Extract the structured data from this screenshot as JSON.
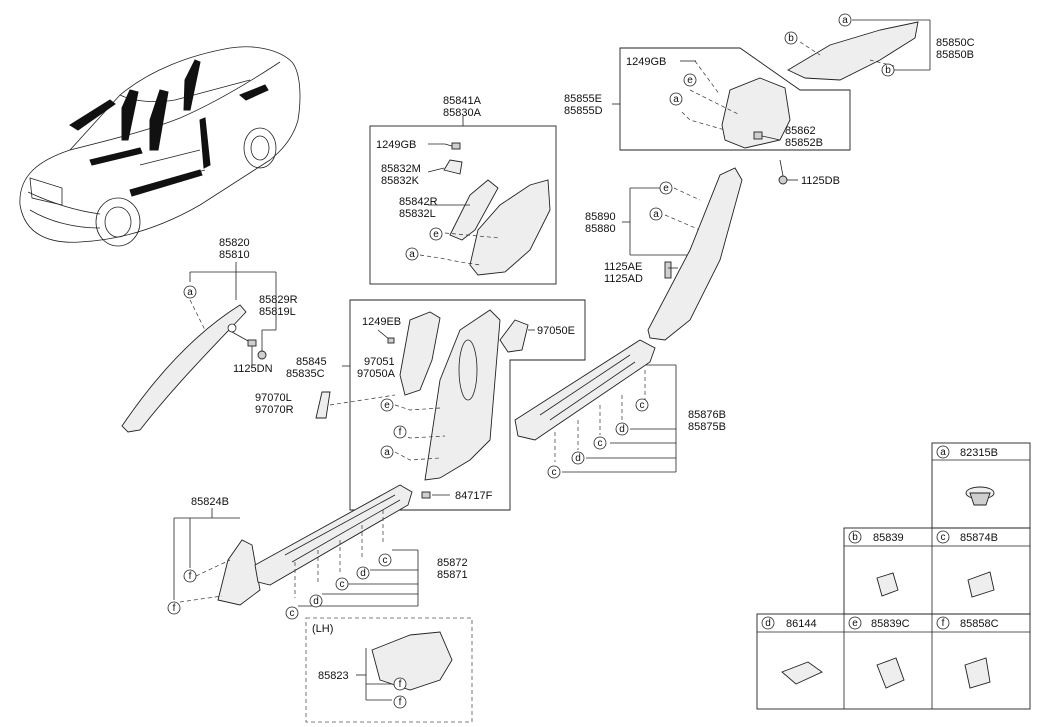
{
  "labels": {
    "p85820": "85820",
    "p85810": "85810",
    "p85829R": "85829R",
    "p85819L": "85819L",
    "p1125DN": "1125DN",
    "p85841A": "85841A",
    "p85830A": "85830A",
    "p1249GB_a": "1249GB",
    "p85832M": "85832M",
    "p85832K": "85832K",
    "p85842R": "85842R",
    "p85832L": "85832L",
    "p1249GB_b": "1249GB",
    "p85855E": "85855E",
    "p85855D": "85855D",
    "p85850C": "85850C",
    "p85850B": "85850B",
    "p85862": "85862",
    "p85852B": "85852B",
    "p1125DB": "1125DB",
    "p85890": "85890",
    "p85880": "85880",
    "p1125AE": "1125AE",
    "p1125AD": "1125AD",
    "p1249EB": "1249EB",
    "p97050E": "97050E",
    "p85845": "85845",
    "p85835C": "85835C",
    "p97051": "97051",
    "p97050A": "97050A",
    "p97070L": "97070L",
    "p97070R": "97070R",
    "p84717F": "84717F",
    "p85876B": "85876B",
    "p85875B": "85875B",
    "p85824B": "85824B",
    "p85872": "85872",
    "p85871": "85871",
    "lh": "(LH)",
    "p85823": "85823"
  },
  "callout_letters": {
    "a": "a",
    "b": "b",
    "c": "c",
    "d": "d",
    "e": "e",
    "f": "f"
  },
  "legend": {
    "a": {
      "letter": "a",
      "part": "82315B"
    },
    "b": {
      "letter": "b",
      "part": "85839"
    },
    "c": {
      "letter": "c",
      "part": "85874B"
    },
    "d": {
      "letter": "d",
      "part": "86144"
    },
    "e": {
      "letter": "e",
      "part": "85839C"
    },
    "f": {
      "letter": "f",
      "part": "85858C"
    }
  }
}
